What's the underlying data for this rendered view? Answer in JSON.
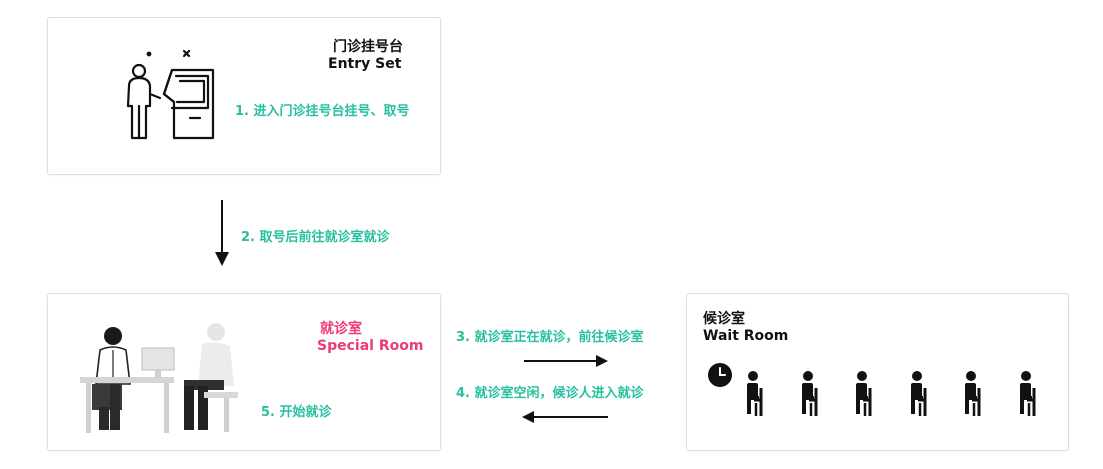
{
  "entry": {
    "title_cn": "门诊挂号台",
    "title_en": "Entry Set",
    "step": "1. 进入门诊挂号台挂号、取号"
  },
  "transfer": {
    "step": "2. 取号后前往就诊室就诊"
  },
  "special": {
    "title_cn": "就诊室",
    "title_en": "Special Room",
    "step": "5. 开始就诊"
  },
  "arrows": {
    "to_wait": "3. 就诊室正在就诊，前往候诊室",
    "to_special": "4. 就诊室空闲，候诊人进入就诊"
  },
  "wait": {
    "title_cn": "候诊室",
    "title_en": "Wait Room",
    "seats": 6
  },
  "colors": {
    "step": "#27bfa0",
    "special_title": "#ee3a78"
  },
  "icons": [
    "kiosk-person-icon",
    "doctor-patient-icon",
    "clock-icon",
    "seated-person-icon"
  ]
}
